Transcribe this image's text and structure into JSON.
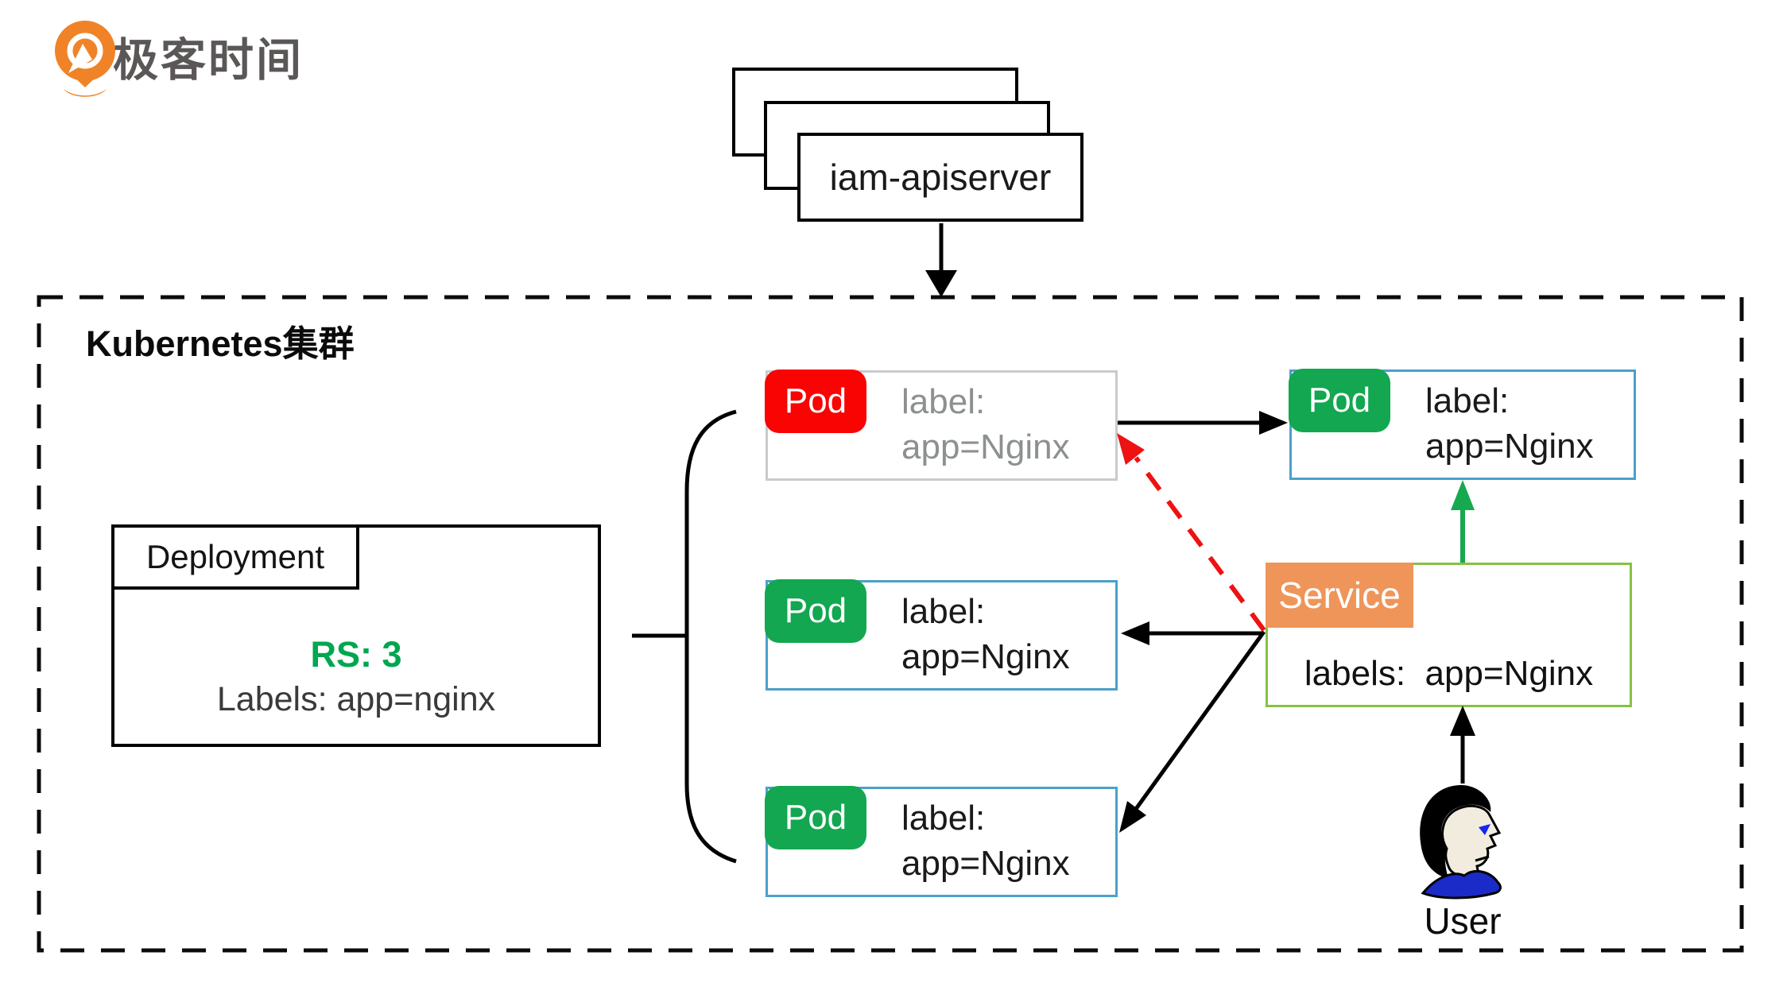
{
  "brand": {
    "logo_text": "极客时间"
  },
  "apiserver": {
    "label": "iam-apiserver"
  },
  "cluster": {
    "title": "Kubernetes集群"
  },
  "deployment": {
    "title": "Deployment",
    "rs": "RS: 3",
    "labels": "Labels: app=nginx"
  },
  "pods": [
    {
      "badge": "Pod",
      "line1": "label:",
      "line2": "app=Nginx",
      "status": "terminated"
    },
    {
      "badge": "Pod",
      "line1": "label:",
      "line2": "app=Nginx",
      "status": "running"
    },
    {
      "badge": "Pod",
      "line1": "label:",
      "line2": "app=Nginx",
      "status": "running"
    },
    {
      "badge": "Pod",
      "line1": "label:",
      "line2": "app=Nginx",
      "status": "running"
    }
  ],
  "service": {
    "badge": "Service",
    "labels": "labels:  app=Nginx"
  },
  "user": {
    "label": "User"
  },
  "colors": {
    "pod_terminated_badge": "#FA0303",
    "pod_running_badge": "#12A750",
    "pod_border_blue": "#4AA1C9",
    "pod_terminated_border": "#C9CACB",
    "pod_terminated_text": "#8C9091",
    "service_badge_orange": "#EF9559",
    "service_border_green": "#84C341",
    "rs_green": "#00A650",
    "arrow_red": "#EE1212",
    "arrow_green": "#17A94F",
    "logo_orange": "#F08327",
    "logo_text_gray": "#5B5757"
  }
}
